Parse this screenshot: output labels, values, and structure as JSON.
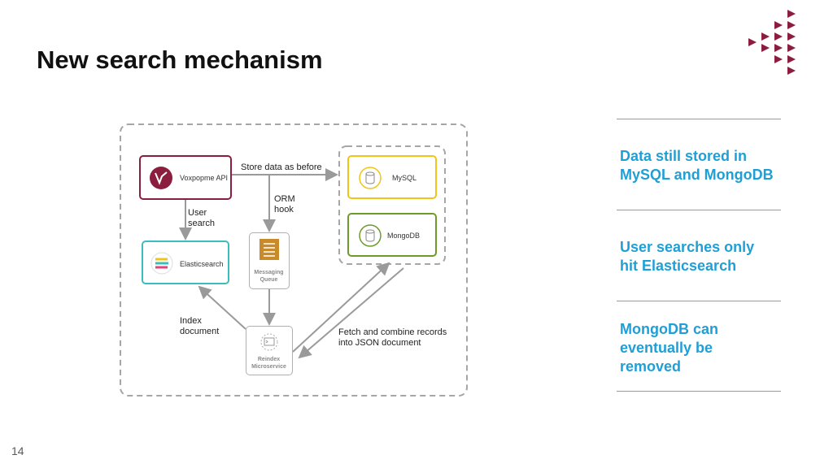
{
  "slide": {
    "title": "New search mechanism",
    "page_number": "14"
  },
  "diagram": {
    "nodes": {
      "voxpopme_api": "Voxpopme API",
      "mysql": "MySQL",
      "mongodb": "MongoDB",
      "elasticsearch": "Elasticsearch",
      "messaging_queue": "Messaging\nQueue",
      "reindex_microservice": "Reindex\nMicroservice"
    },
    "edges": {
      "store_data": "Store data as before",
      "orm_hook": "ORM\nhook",
      "user_search": "User\nsearch",
      "index_document": "Index\ndocument",
      "fetch_combine": "Fetch and combine records\ninto JSON document"
    }
  },
  "sidebar": {
    "items": [
      {
        "text": "Data still stored in\nMySQL and MongoDB"
      },
      {
        "text": "User searches only\nhit Elasticsearch"
      },
      {
        "text": "MongoDB can\neventually be\nremoved"
      }
    ]
  },
  "colors": {
    "voxpopme": "#8b1e3f",
    "mysql": "#f0c419",
    "mongodb": "#6d9a2e",
    "elasticsearch": "#3cbdbd",
    "queue": "#c98a2a",
    "accent": "#1f9fd6",
    "dashed": "#a6a6a6"
  }
}
